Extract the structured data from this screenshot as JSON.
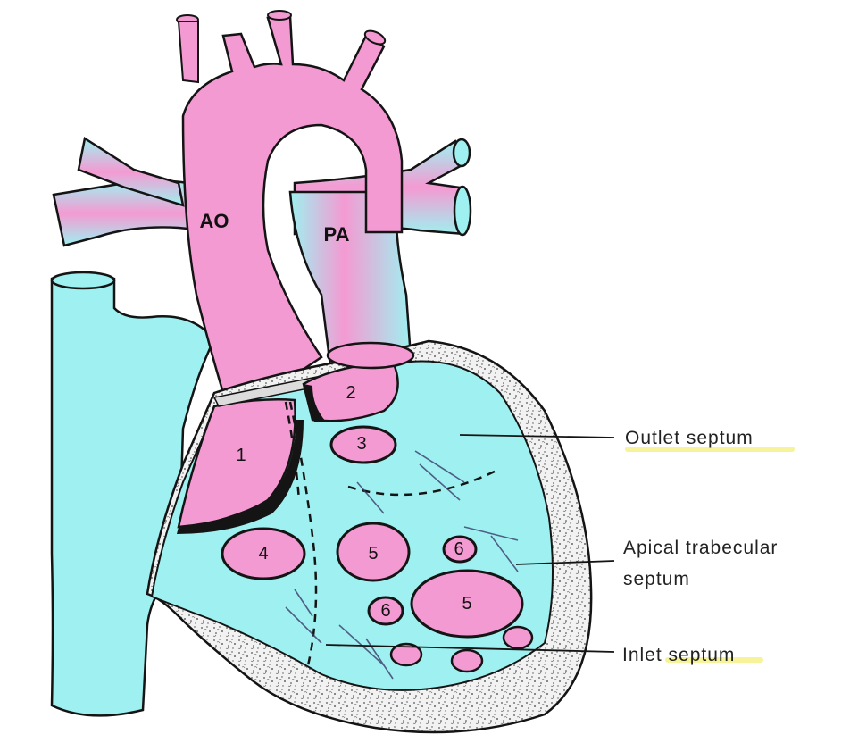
{
  "vessels": {
    "aorta": "AO",
    "pulmonary_artery": "PA"
  },
  "defects": {
    "d1": "1",
    "d2": "2",
    "d3": "3",
    "d4": "4",
    "d5a": "5",
    "d5b": "5",
    "d6a": "6",
    "d6b": "6"
  },
  "callouts": {
    "outlet": "Outlet septum",
    "apical_line1": "Apical trabecular",
    "apical_line2": "septum",
    "inlet": "Inlet septum"
  },
  "colors": {
    "pink": "#f49ad2",
    "cyan": "#9ff0f0",
    "outline": "#141414",
    "highlight": "#f3ef7a"
  }
}
